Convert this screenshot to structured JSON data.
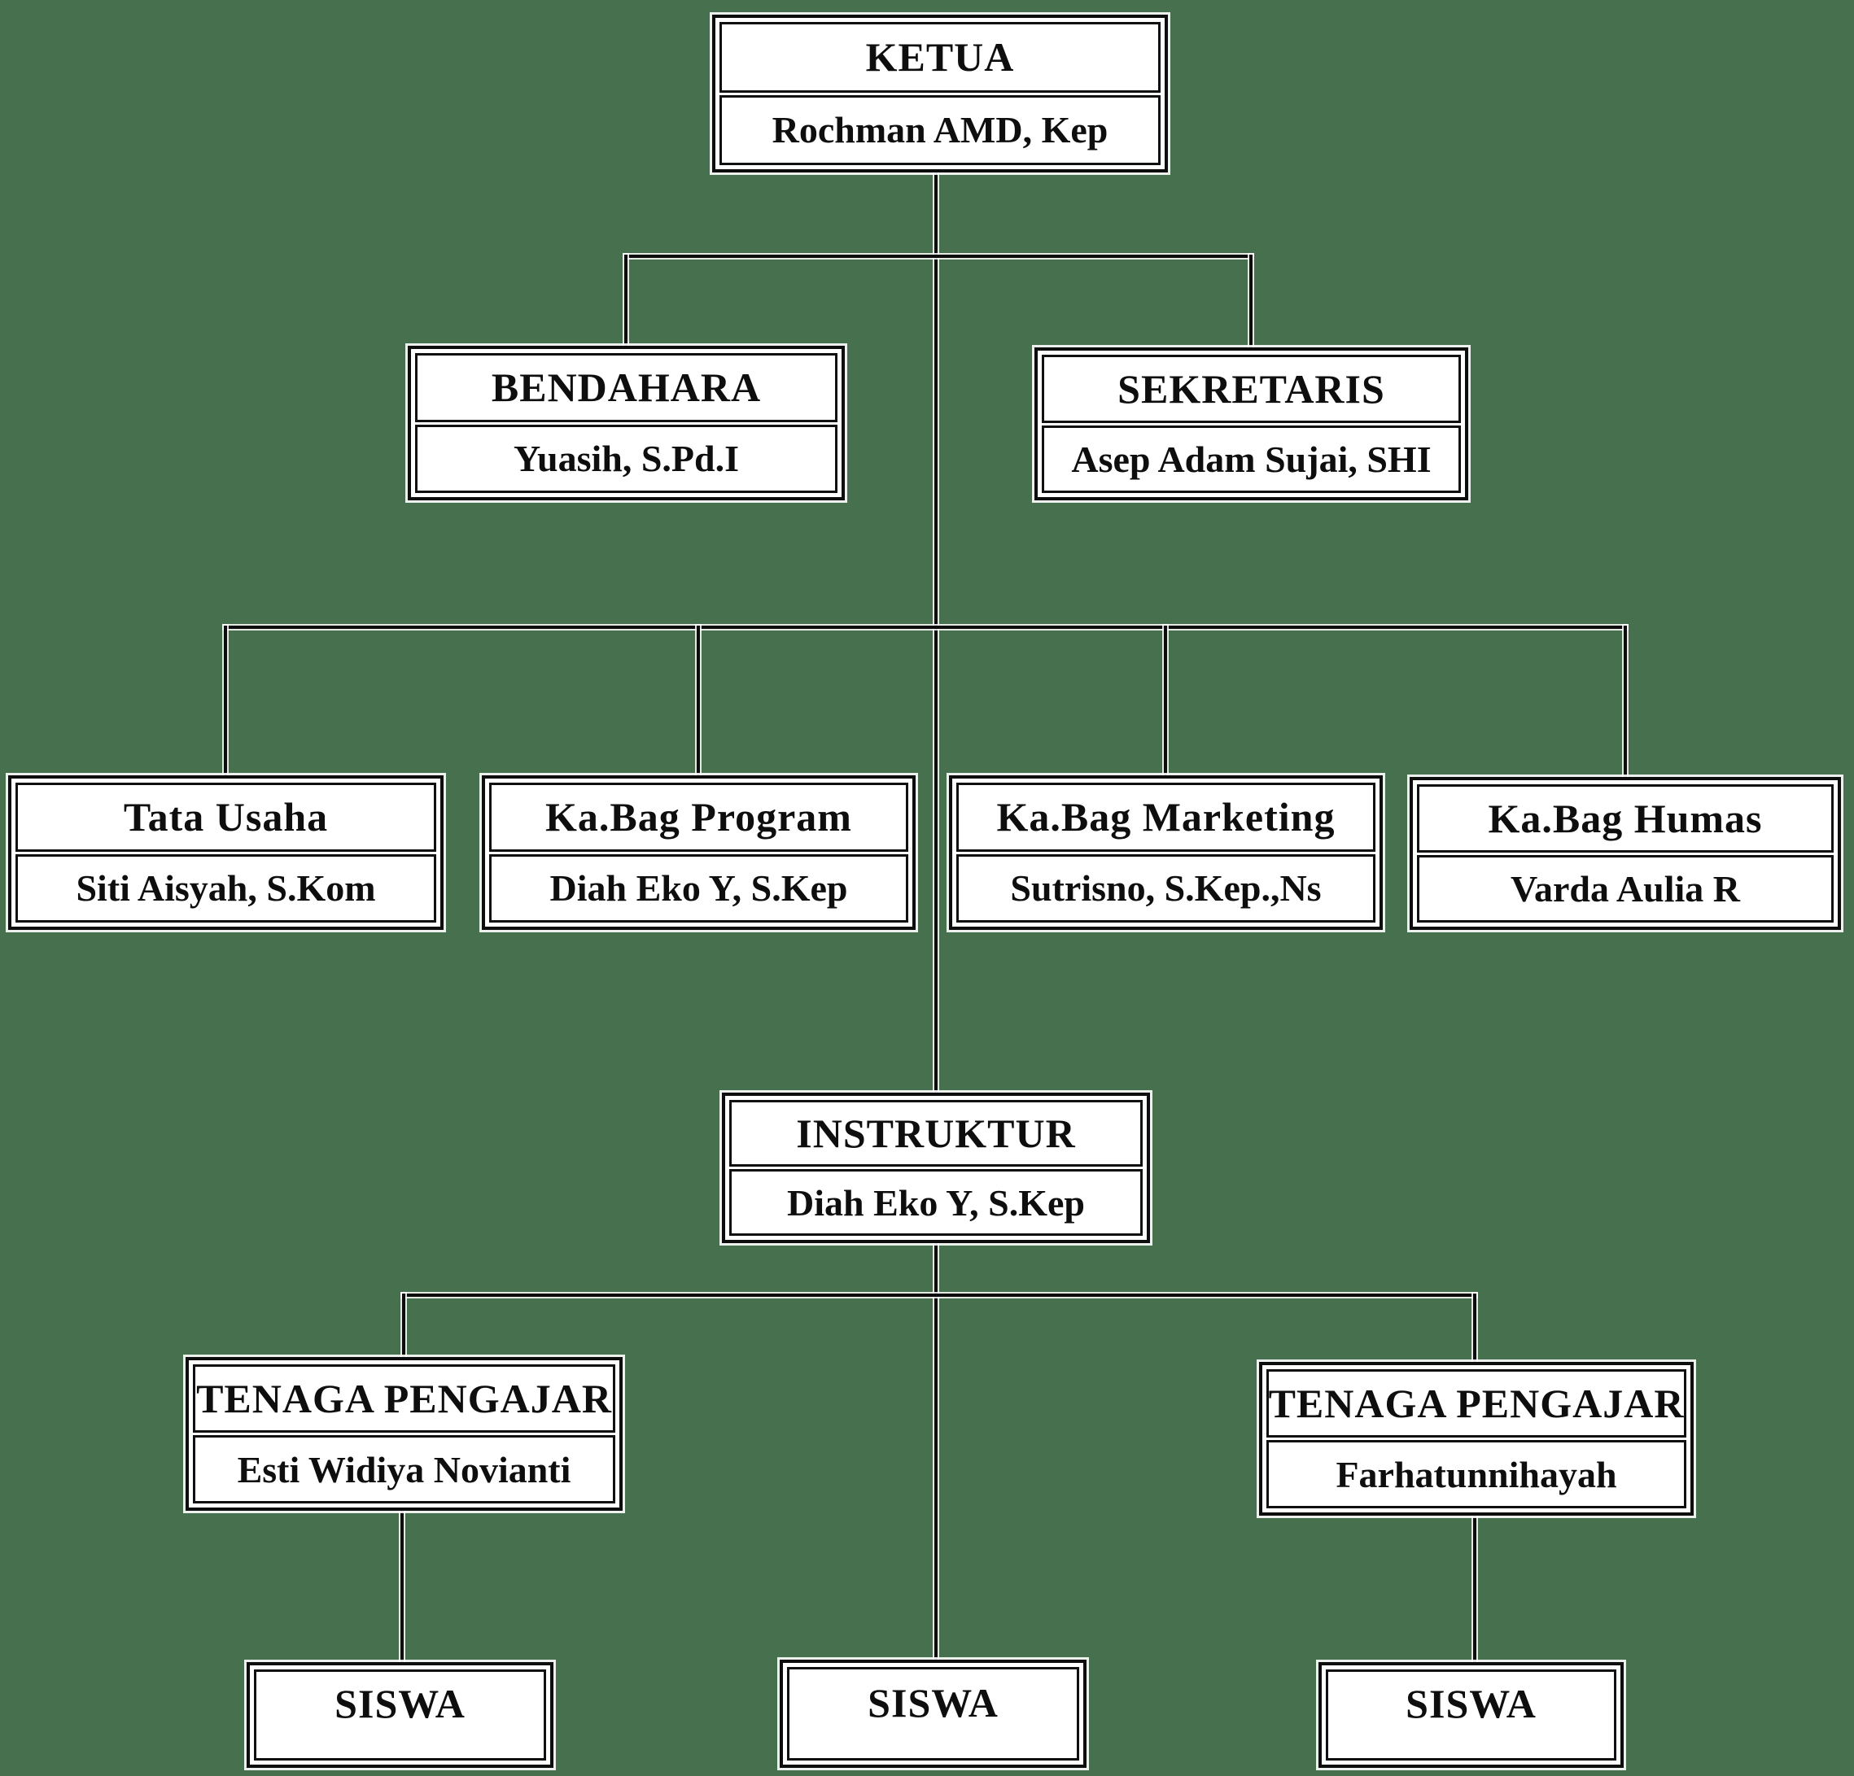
{
  "diagram_type": "organizational-chart",
  "colors": {
    "background": "#47714e",
    "box_fill": "#ffffff",
    "border": "#0d0d0d",
    "text": "#0e0e0e",
    "line_halo": "#ffffff"
  },
  "org": {
    "ketua": {
      "title": "KETUA",
      "name": "Rochman AMD, Kep"
    },
    "bendahara": {
      "title": "BENDAHARA",
      "name": "Yuasih, S.Pd.I"
    },
    "sekretaris": {
      "title": "SEKRETARIS",
      "name": "Asep Adam Sujai, SHI"
    },
    "tata_usaha": {
      "title": "Tata Usaha",
      "name": "Siti Aisyah, S.Kom"
    },
    "kabag_program": {
      "title": "Ka.Bag Program",
      "name": "Diah Eko Y, S.Kep"
    },
    "kabag_marketing": {
      "title": "Ka.Bag Marketing",
      "name": "Sutrisno, S.Kep.,Ns"
    },
    "kabag_humas": {
      "title": "Ka.Bag Humas",
      "name": "Varda Aulia R"
    },
    "instruktur": {
      "title": "INSTRUKTUR",
      "name": "Diah Eko Y, S.Kep"
    },
    "tenaga_pengajar_left": {
      "title": "TENAGA PENGAJAR",
      "name": "Esti Widiya Novianti"
    },
    "tenaga_pengajar_right": {
      "title": "TENAGA PENGAJAR",
      "name": "Farhatunnihayah"
    },
    "siswa_left": {
      "title": "SISWA"
    },
    "siswa_center": {
      "title": "SISWA"
    },
    "siswa_right": {
      "title": "SISWA"
    }
  }
}
